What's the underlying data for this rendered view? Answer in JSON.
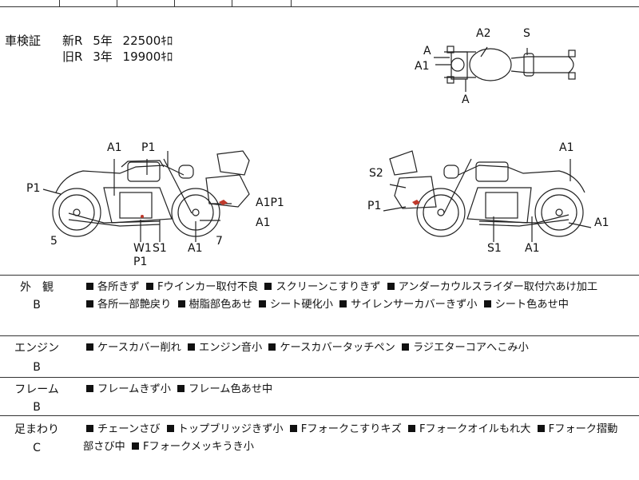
{
  "inspection": {
    "label": "車検証",
    "rows": [
      {
        "type": "新R",
        "years": "5年",
        "price": "22500ｷﾛ"
      },
      {
        "type": "旧R",
        "years": "3年",
        "price": "19900ｷﾛ"
      }
    ]
  },
  "diagram_labels": {
    "top": [
      "A",
      "A2",
      "S",
      "A1",
      "A"
    ],
    "left": [
      "A1",
      "P1",
      "P1",
      "A1P1",
      "A1",
      "5",
      "7",
      "W1",
      "S1",
      "P1",
      "A1"
    ],
    "right": [
      "A1",
      "S2",
      "P1",
      "A1",
      "S1",
      "A1"
    ]
  },
  "sections": [
    {
      "title": "外　観",
      "grade": "B",
      "lines": [
        [
          "各所きず",
          "Fウインカー取付不良",
          "スクリーンこすりきず",
          "アンダーカウルスライダー取付穴あけ加工"
        ],
        [
          "各所一部艶戻り",
          "樹脂部色あせ",
          "シート硬化小",
          "サイレンサーカバーきず小",
          "シート色あせ中"
        ]
      ]
    },
    {
      "title": "エンジン",
      "grade": "B",
      "lines": [
        [
          "ケースカバー削れ",
          "エンジン音小",
          "ケースカバータッチペン",
          "ラジエターコアへこみ小"
        ]
      ]
    },
    {
      "title": "フレーム",
      "grade": "B",
      "lines": [
        [
          "フレームきず小",
          "フレーム色あせ中"
        ]
      ]
    },
    {
      "title": "足まわり",
      "grade": "C",
      "lines": [
        [
          "チェーンさび",
          "トップブリッジきず小",
          "Fフォークこすりキズ",
          "Fフォークオイルもれ大",
          "Fフォーク摺動"
        ],
        [
          "+部さび中",
          "Fフォークメッキうき小"
        ]
      ]
    }
  ]
}
